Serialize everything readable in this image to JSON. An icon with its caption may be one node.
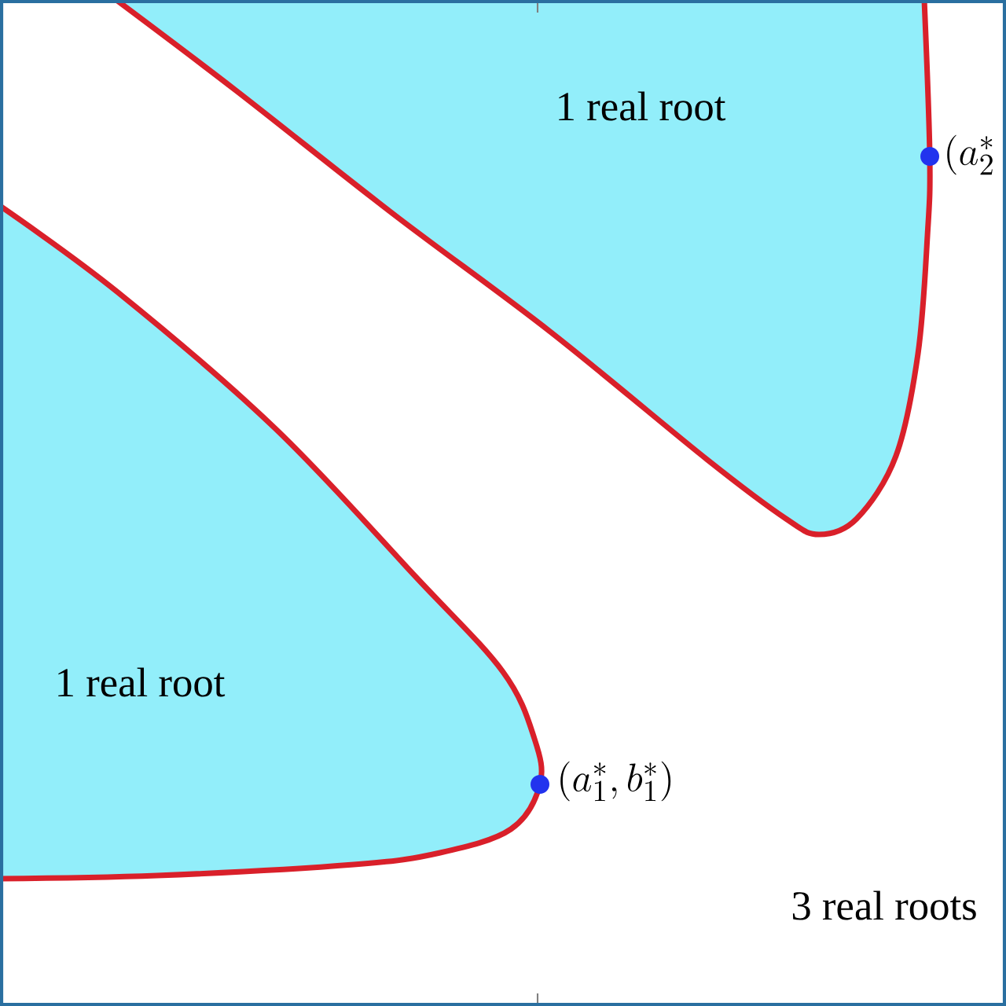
{
  "diagram": {
    "labels": [
      "1 real root",
      "(a_2^*",
      "1 real root",
      "(a_1^*, b_1^*)",
      "3 real roots"
    ]
  }
}
